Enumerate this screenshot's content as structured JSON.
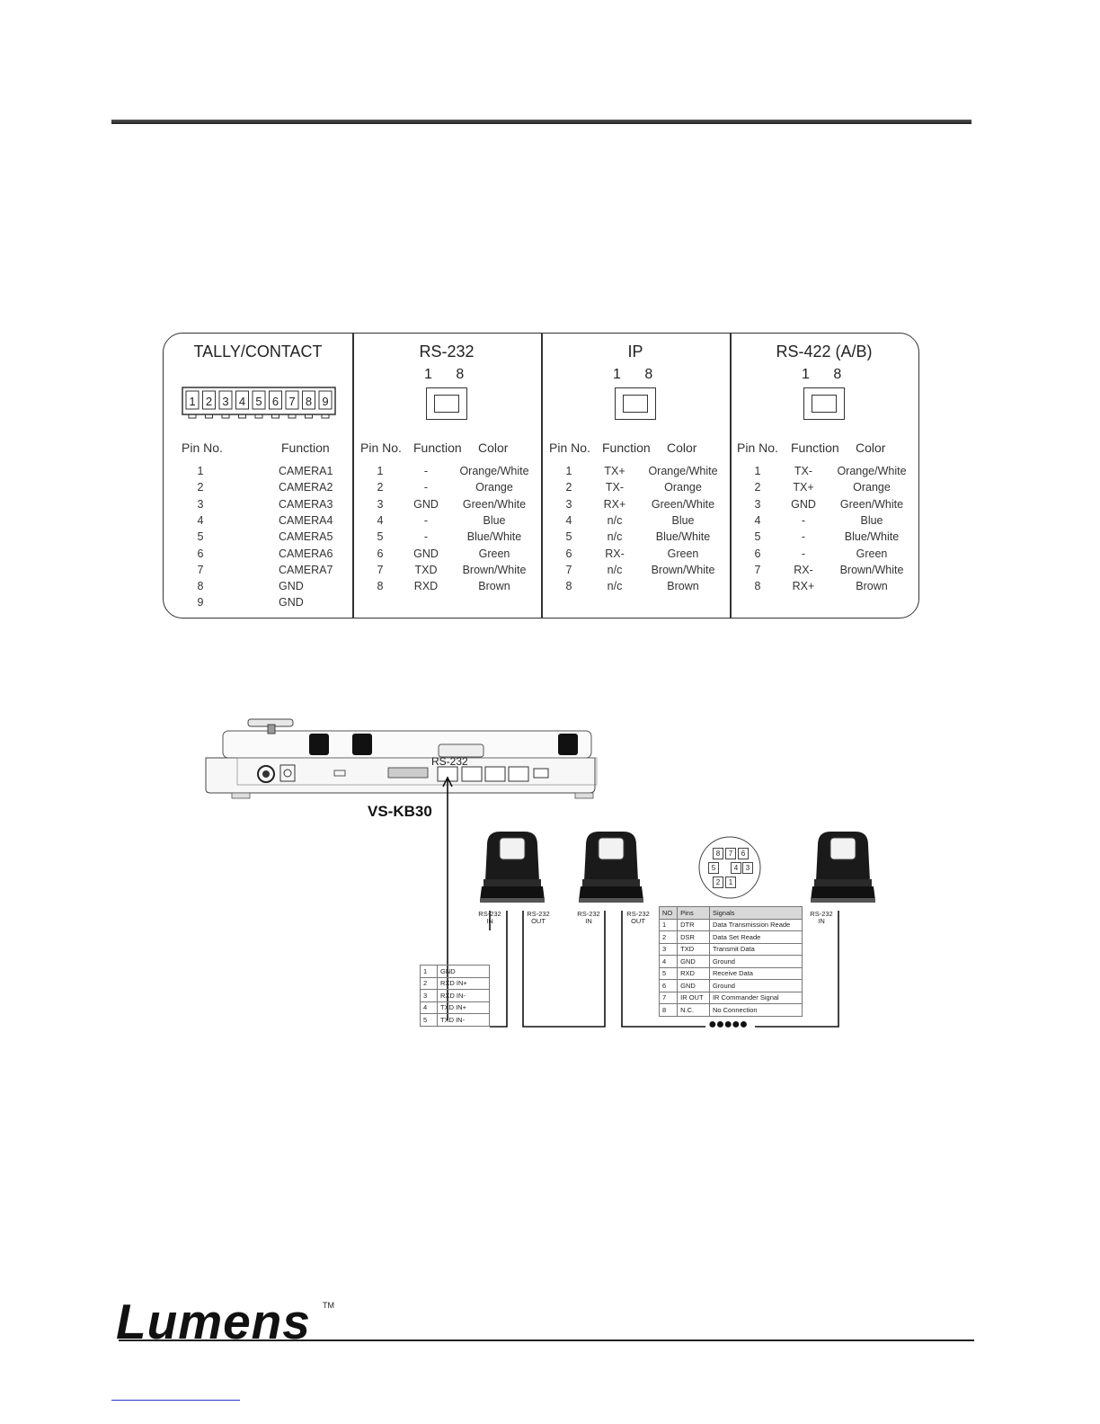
{
  "pinout": {
    "sections": [
      {
        "title": "TALLY/CONTACT",
        "pin_range": ""
      },
      {
        "title": "RS-232",
        "pin_range": "1 8"
      },
      {
        "title": "IP",
        "pin_range": "1 8"
      },
      {
        "title": "RS-422 (A/B)",
        "pin_range": "1 8"
      }
    ],
    "terminal_pins": [
      "1",
      "2",
      "3",
      "4",
      "5",
      "6",
      "7",
      "8",
      "9"
    ],
    "headers": {
      "pin": "Pin No.",
      "function": "Function",
      "color": "Color"
    },
    "tally_rows": [
      [
        "1",
        "CAMERA1"
      ],
      [
        "2",
        "CAMERA2"
      ],
      [
        "3",
        "CAMERA3"
      ],
      [
        "4",
        "CAMERA4"
      ],
      [
        "5",
        "CAMERA5"
      ],
      [
        "6",
        "CAMERA6"
      ],
      [
        "7",
        "CAMERA7"
      ],
      [
        "8",
        "GND"
      ],
      [
        "9",
        "GND"
      ]
    ],
    "rs232_rows": [
      [
        "1",
        "-",
        "Orange/White"
      ],
      [
        "2",
        "-",
        "Orange"
      ],
      [
        "3",
        "GND",
        "Green/White"
      ],
      [
        "4",
        "-",
        "Blue"
      ],
      [
        "5",
        "-",
        "Blue/White"
      ],
      [
        "6",
        "GND",
        "Green"
      ],
      [
        "7",
        "TXD",
        "Brown/White"
      ],
      [
        "8",
        "RXD",
        "Brown"
      ]
    ],
    "ip_rows": [
      [
        "1",
        "TX+",
        "Orange/White"
      ],
      [
        "2",
        "TX-",
        "Orange"
      ],
      [
        "3",
        "RX+",
        "Green/White"
      ],
      [
        "4",
        "n/c",
        "Blue"
      ],
      [
        "5",
        "n/c",
        "Blue/White"
      ],
      [
        "6",
        "RX-",
        "Green"
      ],
      [
        "7",
        "n/c",
        "Brown/White"
      ],
      [
        "8",
        "n/c",
        "Brown"
      ]
    ],
    "rs422_rows": [
      [
        "1",
        "TX-",
        "Orange/White"
      ],
      [
        "2",
        "TX+",
        "Orange"
      ],
      [
        "3",
        "GND",
        "Green/White"
      ],
      [
        "4",
        "-",
        "Blue"
      ],
      [
        "5",
        "-",
        "Blue/White"
      ],
      [
        "6",
        "-",
        "Green"
      ],
      [
        "7",
        "RX-",
        "Brown/White"
      ],
      [
        "8",
        "RX+",
        "Brown"
      ]
    ]
  },
  "diagram": {
    "port_label": "RS-232",
    "model": "VS-KB30",
    "camera_labels": [
      [
        "RS-232",
        "IN"
      ],
      [
        "RS-232",
        "OUT"
      ],
      [
        "RS-232",
        "IN"
      ],
      [
        "RS-232",
        "OUT"
      ],
      [
        "RS-232",
        "IN"
      ]
    ],
    "din_pins": [
      "8",
      "7",
      "6",
      "5",
      "4",
      "3",
      "2",
      "1"
    ],
    "kb_table": [
      [
        "1",
        "GND"
      ],
      [
        "2",
        "RXD IN+"
      ],
      [
        "3",
        "RXD IN-"
      ],
      [
        "4",
        "TXD IN+"
      ],
      [
        "5",
        "TXD IN-"
      ]
    ],
    "signal_table": {
      "headers": [
        "NO",
        "Pins",
        "Signals"
      ],
      "rows": [
        [
          "1",
          "DTR",
          "Data Transmission Reade"
        ],
        [
          "2",
          "DSR",
          "Data Set Reade"
        ],
        [
          "3",
          "TXD",
          "Transmit Data"
        ],
        [
          "4",
          "GND",
          "Ground"
        ],
        [
          "5",
          "RXD",
          "Receive Data"
        ],
        [
          "6",
          "GND",
          "Ground"
        ],
        [
          "7",
          "IR OUT",
          "IR Commander Signal"
        ],
        [
          "8",
          "N.C.",
          "No Connection"
        ]
      ]
    },
    "continuation": "●●●●●"
  },
  "footer": {
    "brand": "Lumens",
    "trademark": "TM"
  }
}
